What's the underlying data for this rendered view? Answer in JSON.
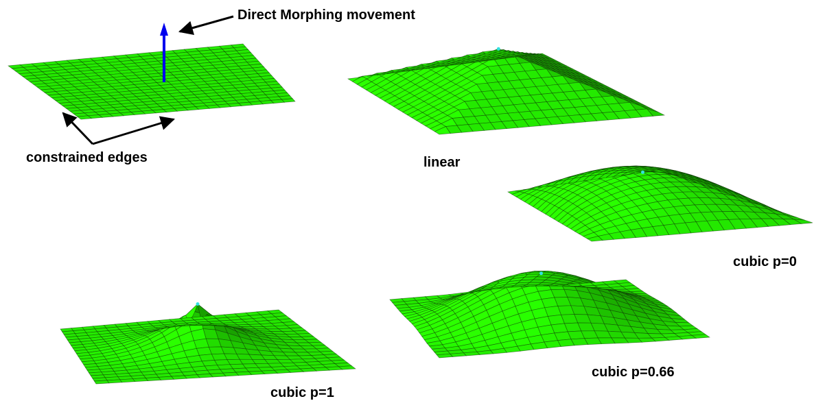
{
  "annotations": {
    "movement": "Direct Morphing movement",
    "edges": "constrained edges"
  },
  "panels": [
    {
      "id": "flat",
      "label": ""
    },
    {
      "id": "linear",
      "label": "linear"
    },
    {
      "id": "cubic_p0",
      "label": "cubic p=0"
    },
    {
      "id": "cubic_p066",
      "label": "cubic p=0.66"
    },
    {
      "id": "cubic_p1",
      "label": "cubic p=1"
    }
  ],
  "colors": {
    "surface": "#22dd00",
    "mesh": "#0a2a00",
    "movement_arrow": "#0000ee",
    "control_point": "#33e0e0",
    "annotation": "#000000"
  }
}
